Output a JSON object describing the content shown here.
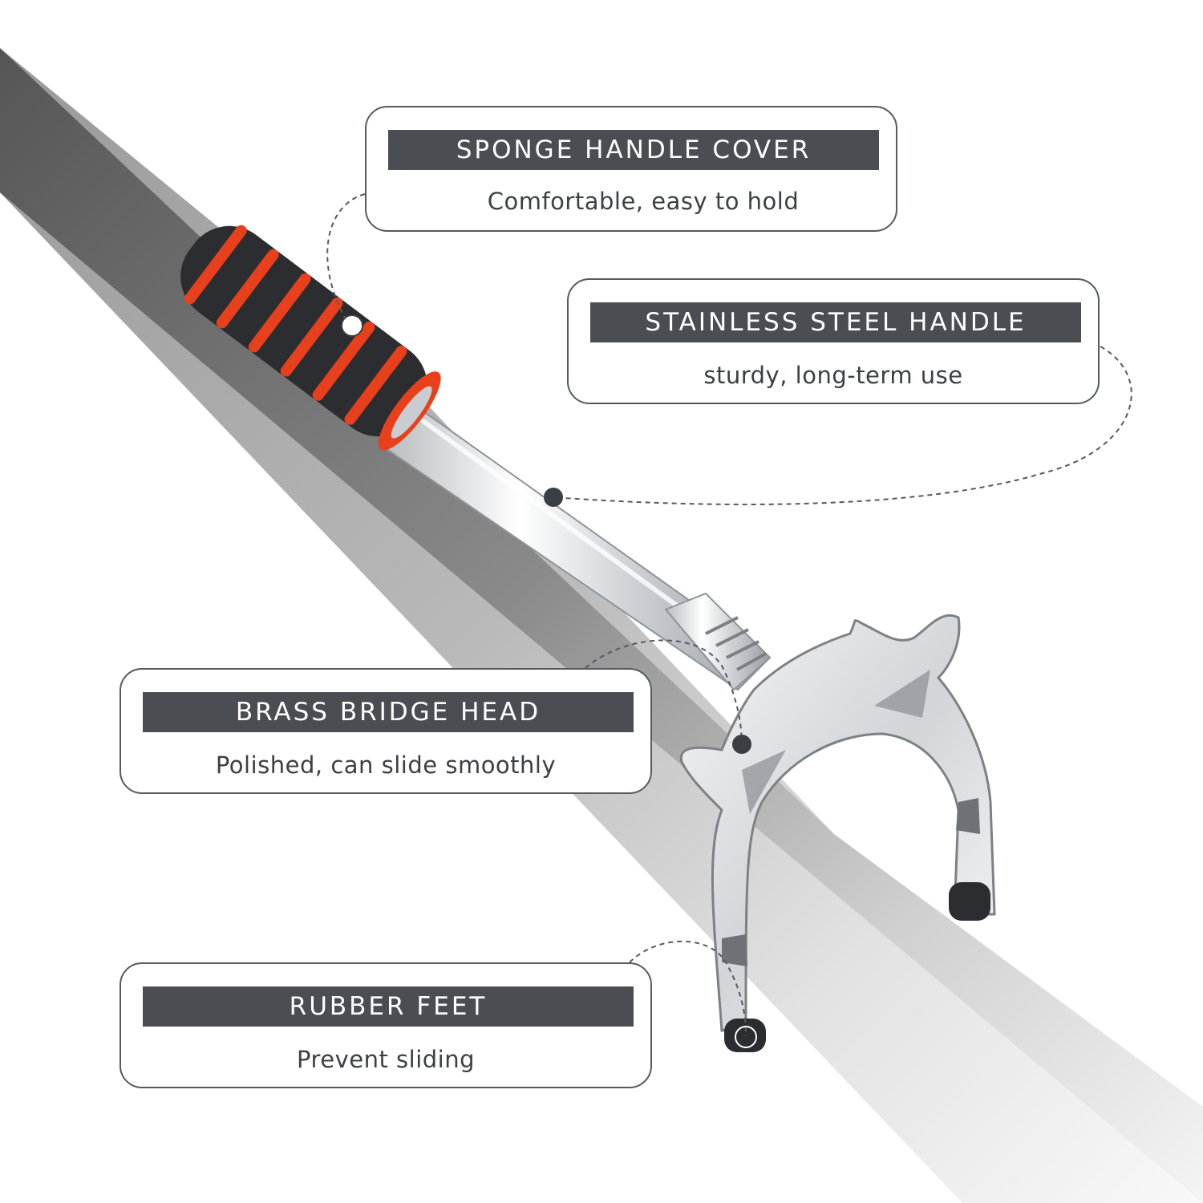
{
  "callouts": {
    "sponge": {
      "title": "SPONGE HANDLE COVER",
      "description": "Comfortable, easy to hold"
    },
    "steel": {
      "title": "STAINLESS STEEL HANDLE",
      "description": "sturdy, long-term use"
    },
    "brass": {
      "title": "BRASS BRIDGE HEAD",
      "description": "Polished, can slide smoothly"
    },
    "rubber": {
      "title": "RUBBER FEET",
      "description": "Prevent sliding"
    }
  },
  "colors": {
    "label_bar": "#4a4d52",
    "foam": "#2b2d31",
    "foam_stripe": "#e8401c",
    "steel": "#d9dcdf",
    "backdrop_dark": "#5a5a5a"
  }
}
